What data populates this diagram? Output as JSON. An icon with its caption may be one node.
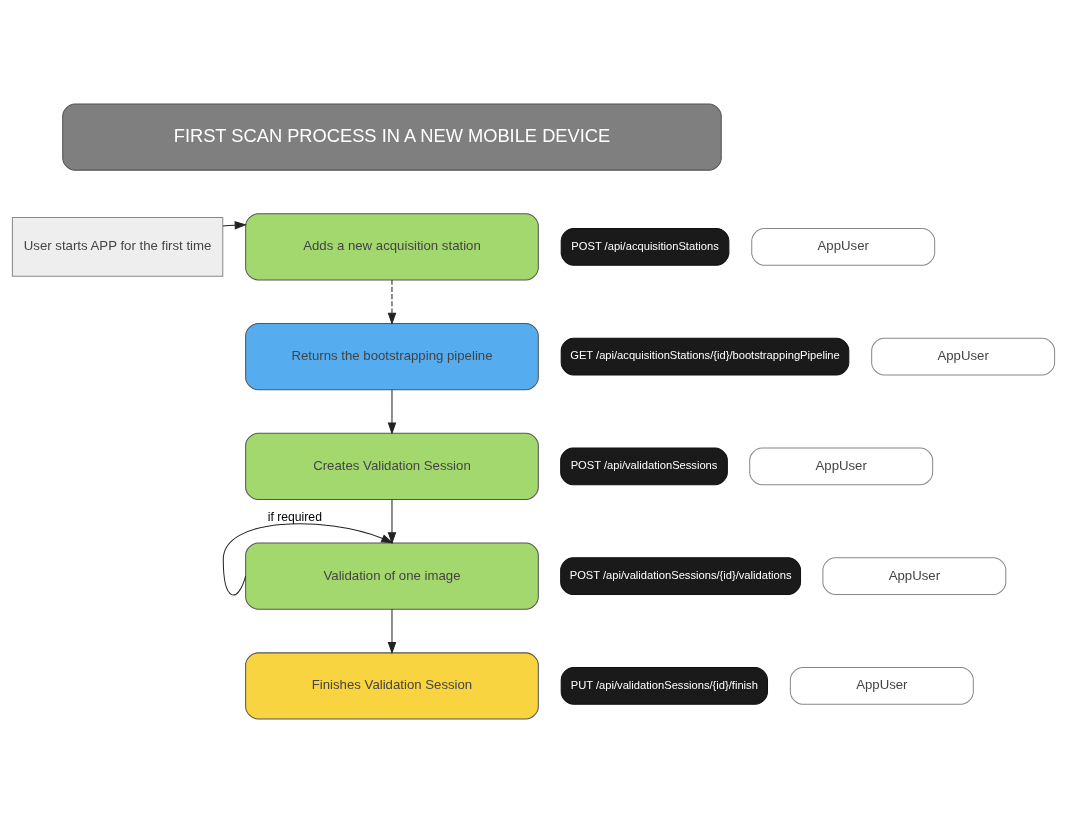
{
  "diagram": {
    "nodes": [
      {
        "text": [
          "FIRST SCAN PROCESS IN A NEW MOBILE DEVICE"
        ]
      },
      {
        "text": [
          "User starts APP for the first time"
        ]
      },
      {
        "text": [
          "Adds a new acquisition station"
        ]
      },
      {
        "text": [
          "POST /api/acquisitionStations"
        ]
      },
      {
        "text": [
          "AppUser"
        ]
      },
      {
        "text": [
          "Returns the bootstrapping pipeline"
        ]
      },
      {
        "text": [
          "GET /api/acquisitionStations/{id}/bootstrappingPipeline"
        ]
      },
      {
        "text": [
          "AppUser"
        ]
      },
      {
        "text": [
          "Creates Validation Session"
        ]
      },
      {
        "text": [
          "POST /api/validationSessions"
        ]
      },
      {
        "text": [
          "AppUser"
        ]
      },
      {
        "text": [
          "Validation of one image"
        ]
      },
      {
        "text": [
          "POST /api/validationSessions/{id}/validations"
        ]
      },
      {
        "text": [
          "AppUser"
        ]
      },
      {
        "text": [
          "Finishes Validation Session"
        ]
      },
      {
        "text": [
          "PUT /api/validationSessions/{id}/finish"
        ]
      },
      {
        "text": [
          "AppUser"
        ]
      }
    ],
    "edges": [
      {
        "from": 1,
        "to": 2,
        "arrow": "to"
      },
      {
        "from": 2,
        "to": 5,
        "arrow": "to",
        "style": "dashed"
      },
      {
        "from": 5,
        "to": 8,
        "arrow": "to"
      },
      {
        "from": 8,
        "to": 11,
        "arrow": "to"
      },
      {
        "from": 11,
        "to": 11,
        "arrow": "to",
        "label": "if required"
      },
      {
        "from": 11,
        "to": 14,
        "arrow": "to"
      }
    ]
  }
}
